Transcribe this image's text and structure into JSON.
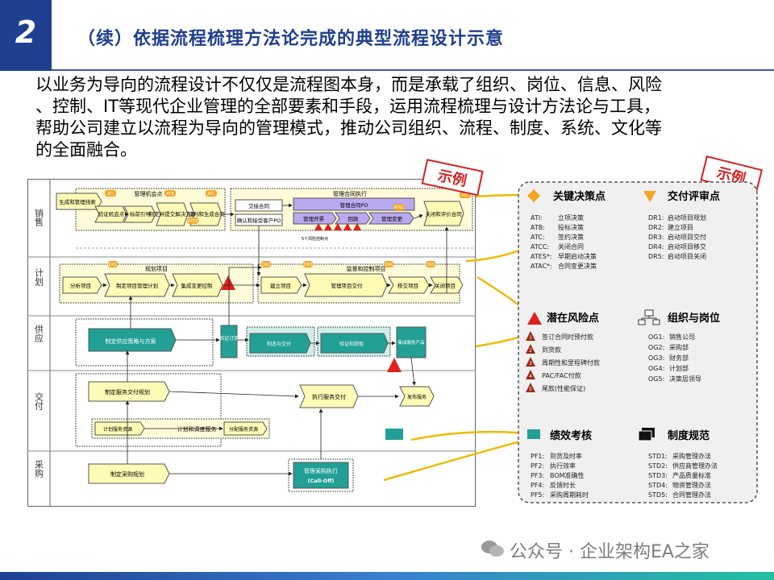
{
  "slide": {
    "number": "2",
    "title": "（续）依据流程梳理方法论完成的典型流程设计示意",
    "intro_lines": [
      "以业务为导向的流程设计不仅仅是流程图本身，而是承载了组织、岗位、信息、风险",
      "、控制、IT等现代企业管理的全部要素和手段，运用流程梳理与设计方法论与工具，",
      "帮助公司建立以流程为导向的管理模式，推动公司组织、流程、制度、系统、文化等",
      "的全面融合。"
    ],
    "stamps": [
      "示例",
      "示例"
    ],
    "watermark": "公众号 · 企业架构EA之家"
  },
  "diagram": {
    "lanes": [
      "销售",
      "计划",
      "供应",
      "交付",
      "采购"
    ],
    "group_labels": {
      "mgmt_opportunity": "管理机会点",
      "mgmt_contract": "管理合同执行",
      "order_plan": "规划项目",
      "project_exec": "监督和控制项目",
      "plan_manage": "计划和调度服务"
    },
    "boxes": {
      "b1": "生成和管理线索",
      "b2": "验证机会点",
      "b3": "标前引导",
      "b4": "制定并提交解决方案",
      "b5": "谈判和生成合同",
      "b6": "交接合同",
      "b7": "确认和接受客户PO",
      "b8": "管理合同PO",
      "b9": "管理开票",
      "b10": "回款",
      "b11": "管理变更",
      "b12": "关闭和评价合同",
      "b13": "分析项目",
      "b14": "制定项目管理计划",
      "b15": "集成变更控制",
      "b16": "建立项目",
      "b17": "管理项目交付",
      "b18": "移交项目",
      "b19": "关闭项目",
      "b20": "制定供应策略与方案",
      "b21": "验证订单",
      "b22": "制造与交付",
      "b23": "验证和获取",
      "b24": "集成服务产品",
      "b25": "制定服务交付规划",
      "b26": "执行服务交付",
      "b27": "发布服务",
      "b28": "计划服务资源",
      "b29": "分配服务资源",
      "b30": "制定采购规划",
      "b31": "管理采购执行",
      "b32": "(Call-Off)"
    },
    "badges": [
      "ATI",
      "ATB",
      "ATC",
      "ATAC",
      "ATC",
      "DR1",
      "DR2",
      "DR3",
      "DR4",
      "DR5",
      "ATCC",
      "ATES"
    ],
    "risk_numbers": [
      "1",
      "2",
      "3",
      "4",
      "5"
    ],
    "note": "5个风险控制点"
  },
  "legend": {
    "decision": {
      "title": "关键决策点",
      "items": [
        {
          "code": "ATI:",
          "desc": "立项决策"
        },
        {
          "code": "ATB:",
          "desc": "投标决策"
        },
        {
          "code": "ATC:",
          "desc": "签约决策"
        },
        {
          "code": "ATCC:",
          "desc": "关闭合同"
        },
        {
          "code": "ATES*:",
          "desc": "早期启动决策"
        },
        {
          "code": "ATAC*:",
          "desc": "合同变更决策"
        }
      ]
    },
    "review": {
      "title": "交付评审点",
      "items": [
        {
          "code": "DR1:",
          "desc": "启动项目规划"
        },
        {
          "code": "DR2:",
          "desc": "建立项目"
        },
        {
          "code": "DR3:",
          "desc": "启动项目交付"
        },
        {
          "code": "DR4:",
          "desc": "启动项目移交"
        },
        {
          "code": "DR5:",
          "desc": "启动项目关闭"
        }
      ]
    },
    "risk": {
      "title": "潜在风险点",
      "items": [
        {
          "num": "1",
          "desc": "签订合同时预付款"
        },
        {
          "num": "2",
          "desc": "到货款"
        },
        {
          "num": "3",
          "desc": "周期性和里程碑付款"
        },
        {
          "num": "4",
          "desc": "PAC/FAC付款"
        },
        {
          "num": "5",
          "desc": "尾款(性能保证)"
        }
      ]
    },
    "org": {
      "title": "组织与岗位",
      "items": [
        {
          "code": "OG1:",
          "desc": "销售公司"
        },
        {
          "code": "OG2:",
          "desc": "采购部"
        },
        {
          "code": "OG3:",
          "desc": "财务部"
        },
        {
          "code": "OG4:",
          "desc": "计划部"
        },
        {
          "code": "OG5:",
          "desc": "决策层领导"
        }
      ]
    },
    "kpi": {
      "title": "绩效考核",
      "items": [
        {
          "code": "PF1:",
          "desc": "到货及时率"
        },
        {
          "code": "PF2:",
          "desc": "执行效率"
        },
        {
          "code": "PF3:",
          "desc": "BOM准确性"
        },
        {
          "code": "PF4:",
          "desc": "反馈时长"
        },
        {
          "code": "PF5:",
          "desc": "采购周期耗时"
        }
      ]
    },
    "policy": {
      "title": "制度规范",
      "items": [
        {
          "code": "STD1:",
          "desc": "采购管理办法"
        },
        {
          "code": "STD2:",
          "desc": "供应商管理办法"
        },
        {
          "code": "STD3:",
          "desc": "产品质量标准"
        },
        {
          "code": "STD4:",
          "desc": "物资管理办法"
        },
        {
          "code": "STD5:",
          "desc": "合同管理办法"
        }
      ]
    }
  },
  "colors": {
    "brand": "#1f3f8f",
    "box_yellow": "#fdfbb5",
    "box_teal": "#22a095",
    "box_purple": "#b9a9ef",
    "badge_orange": "#f5a623",
    "risk_red": "#e0201c",
    "stamp_red": "#d81e1e",
    "callout_gold": "#f2b800"
  }
}
